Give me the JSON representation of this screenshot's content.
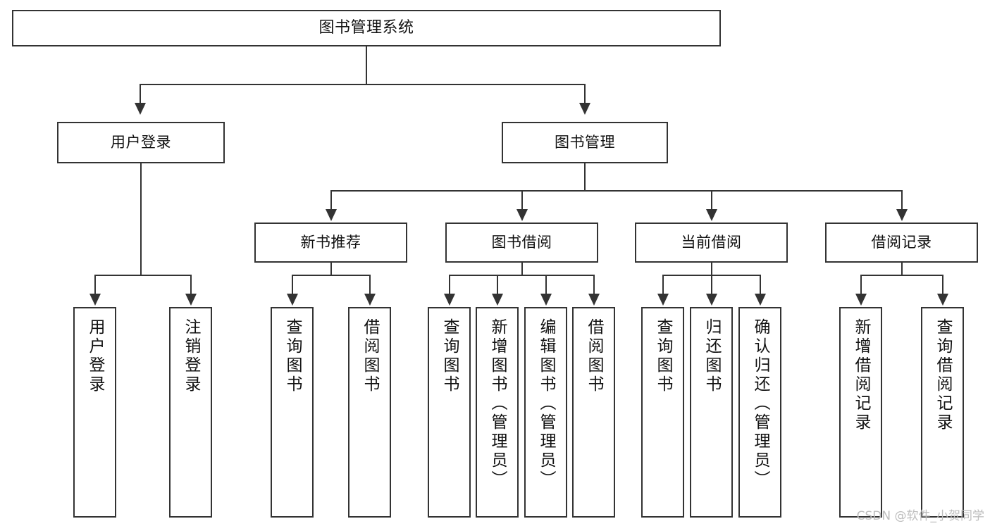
{
  "diagram": {
    "title": "图书管理系统",
    "type": "tree",
    "colors": {
      "border": "#333333",
      "box_fill": "#ffffff",
      "text": "#111111",
      "background": "#ffffff",
      "watermark": "#bdbdbd"
    },
    "root": {
      "label": "图书管理系统"
    },
    "level2": [
      {
        "label": "用户登录"
      },
      {
        "label": "图书管理"
      }
    ],
    "level3": [
      {
        "label": "新书推荐"
      },
      {
        "label": "图书借阅"
      },
      {
        "label": "当前借阅"
      },
      {
        "label": "借阅记录"
      }
    ],
    "leaves": {
      "user_login": [
        {
          "label": "用户登录"
        },
        {
          "label": "注销登录"
        }
      ],
      "new_book": [
        {
          "label": "查询图书"
        },
        {
          "label": "借阅图书"
        }
      ],
      "book_borrow": [
        {
          "label": "查询图书"
        },
        {
          "label": "新增图书（管理员）"
        },
        {
          "label": "编辑图书（管理员）"
        },
        {
          "label": "借阅图书"
        }
      ],
      "current_borrow": [
        {
          "label": "查询图书"
        },
        {
          "label": "归还图书"
        },
        {
          "label": "确认归还（管理员）"
        }
      ],
      "borrow_record": [
        {
          "label": "新增借阅记录"
        },
        {
          "label": "查询借阅记录"
        }
      ]
    }
  },
  "watermark": {
    "text": "CSDN @软件_小贺同学"
  }
}
